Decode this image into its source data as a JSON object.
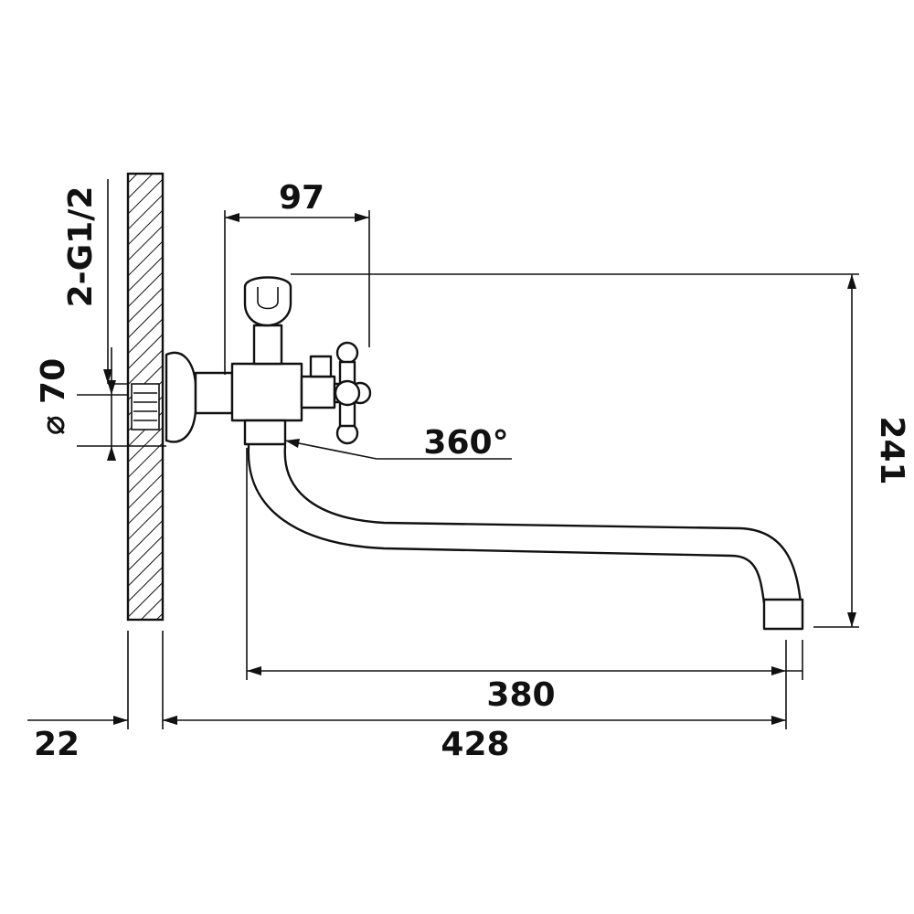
{
  "drawing": {
    "dimensions": {
      "top_width": "97",
      "height": "241",
      "rotation": "360°",
      "spout_length": "380",
      "total_length": "428",
      "wall_offset": "22",
      "thread": "2-G1/2",
      "diameter": "⌀ 70"
    },
    "colors": {
      "line": "#111111",
      "background": "#ffffff"
    }
  }
}
